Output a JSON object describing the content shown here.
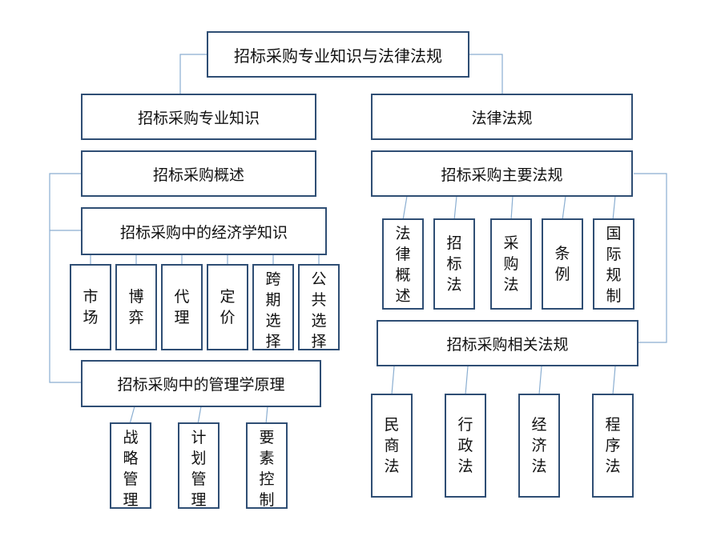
{
  "root": "招标采购专业知识与法律法规",
  "left": {
    "title": "招标采购专业知识",
    "overview": "招标采购概述",
    "economics": {
      "title": "招标采购中的经济学知识",
      "items": [
        "市场",
        "博弈",
        "代理",
        "定价",
        "跨期选择",
        "公共选择"
      ]
    },
    "management": {
      "title": "招标采购中的管理学原理",
      "items": [
        "战略管理",
        "计划管理",
        "要素控制"
      ]
    }
  },
  "right": {
    "title": "法律法规",
    "main_laws": {
      "title": "招标采购主要法规",
      "items": [
        "法律概述",
        "招标法",
        "采购法",
        "条例",
        "国际规制"
      ]
    },
    "related_laws": {
      "title": "招标采购相关法规",
      "items": [
        "民商法",
        "行政法",
        "经济法",
        "程序法"
      ]
    }
  },
  "colors": {
    "box_border": "#2f4e74",
    "connector": "#8aaed1"
  }
}
